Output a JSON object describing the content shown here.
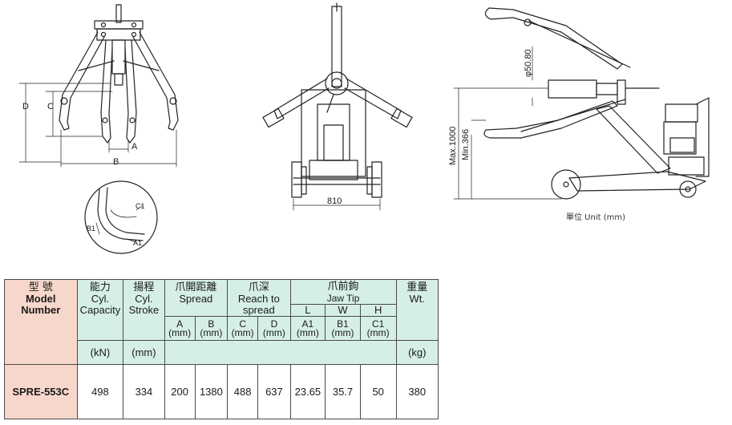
{
  "drawing_labels": {
    "front": {
      "a": "A",
      "b": "B",
      "c": "C",
      "d": "D"
    },
    "detail": {
      "c1": "C1",
      "b1": "B1",
      "a1": "A1"
    },
    "rear": {
      "width": "810"
    },
    "side": {
      "diameter": "φ50.80",
      "max": "Max.1000",
      "min": "Min.366"
    }
  },
  "unit_note": "單位 Unit (mm)",
  "table": {
    "model": {
      "cjk": "型  號",
      "en1": "Model",
      "en2": "Number"
    },
    "capacity": {
      "cjk": "能力",
      "en1": "Cyl.",
      "en2": "Capacity",
      "unit": "(kN)"
    },
    "stroke": {
      "cjk": "揚程",
      "en1": "Cyl.",
      "en2": "Stroke",
      "unit": "(mm)"
    },
    "spread": {
      "cjk": "爪開距離",
      "en": "Spread",
      "col_a": "A",
      "col_b": "B",
      "unit": "(mm)"
    },
    "reach": {
      "cjk": "爪深",
      "en1": "Reach to",
      "en2": "spread",
      "col_c": "C",
      "col_d": "D",
      "unit": "(mm)"
    },
    "jaw": {
      "cjk": "爪前鉤",
      "en": "Jaw Tip",
      "l": "L",
      "w": "W",
      "h": "H",
      "col_a1": "A1",
      "col_b1": "B1",
      "col_c1": "C1",
      "unit": "(mm)"
    },
    "weight": {
      "cjk": "重量",
      "en": "Wt.",
      "unit": "(kg)"
    },
    "row": {
      "model": "SPRE-553C",
      "capacity": "498",
      "stroke": "334",
      "a": "200",
      "b": "1380",
      "c": "488",
      "d": "637",
      "a1": "23.65",
      "b1": "35.7",
      "c1": "50",
      "weight": "380"
    }
  }
}
